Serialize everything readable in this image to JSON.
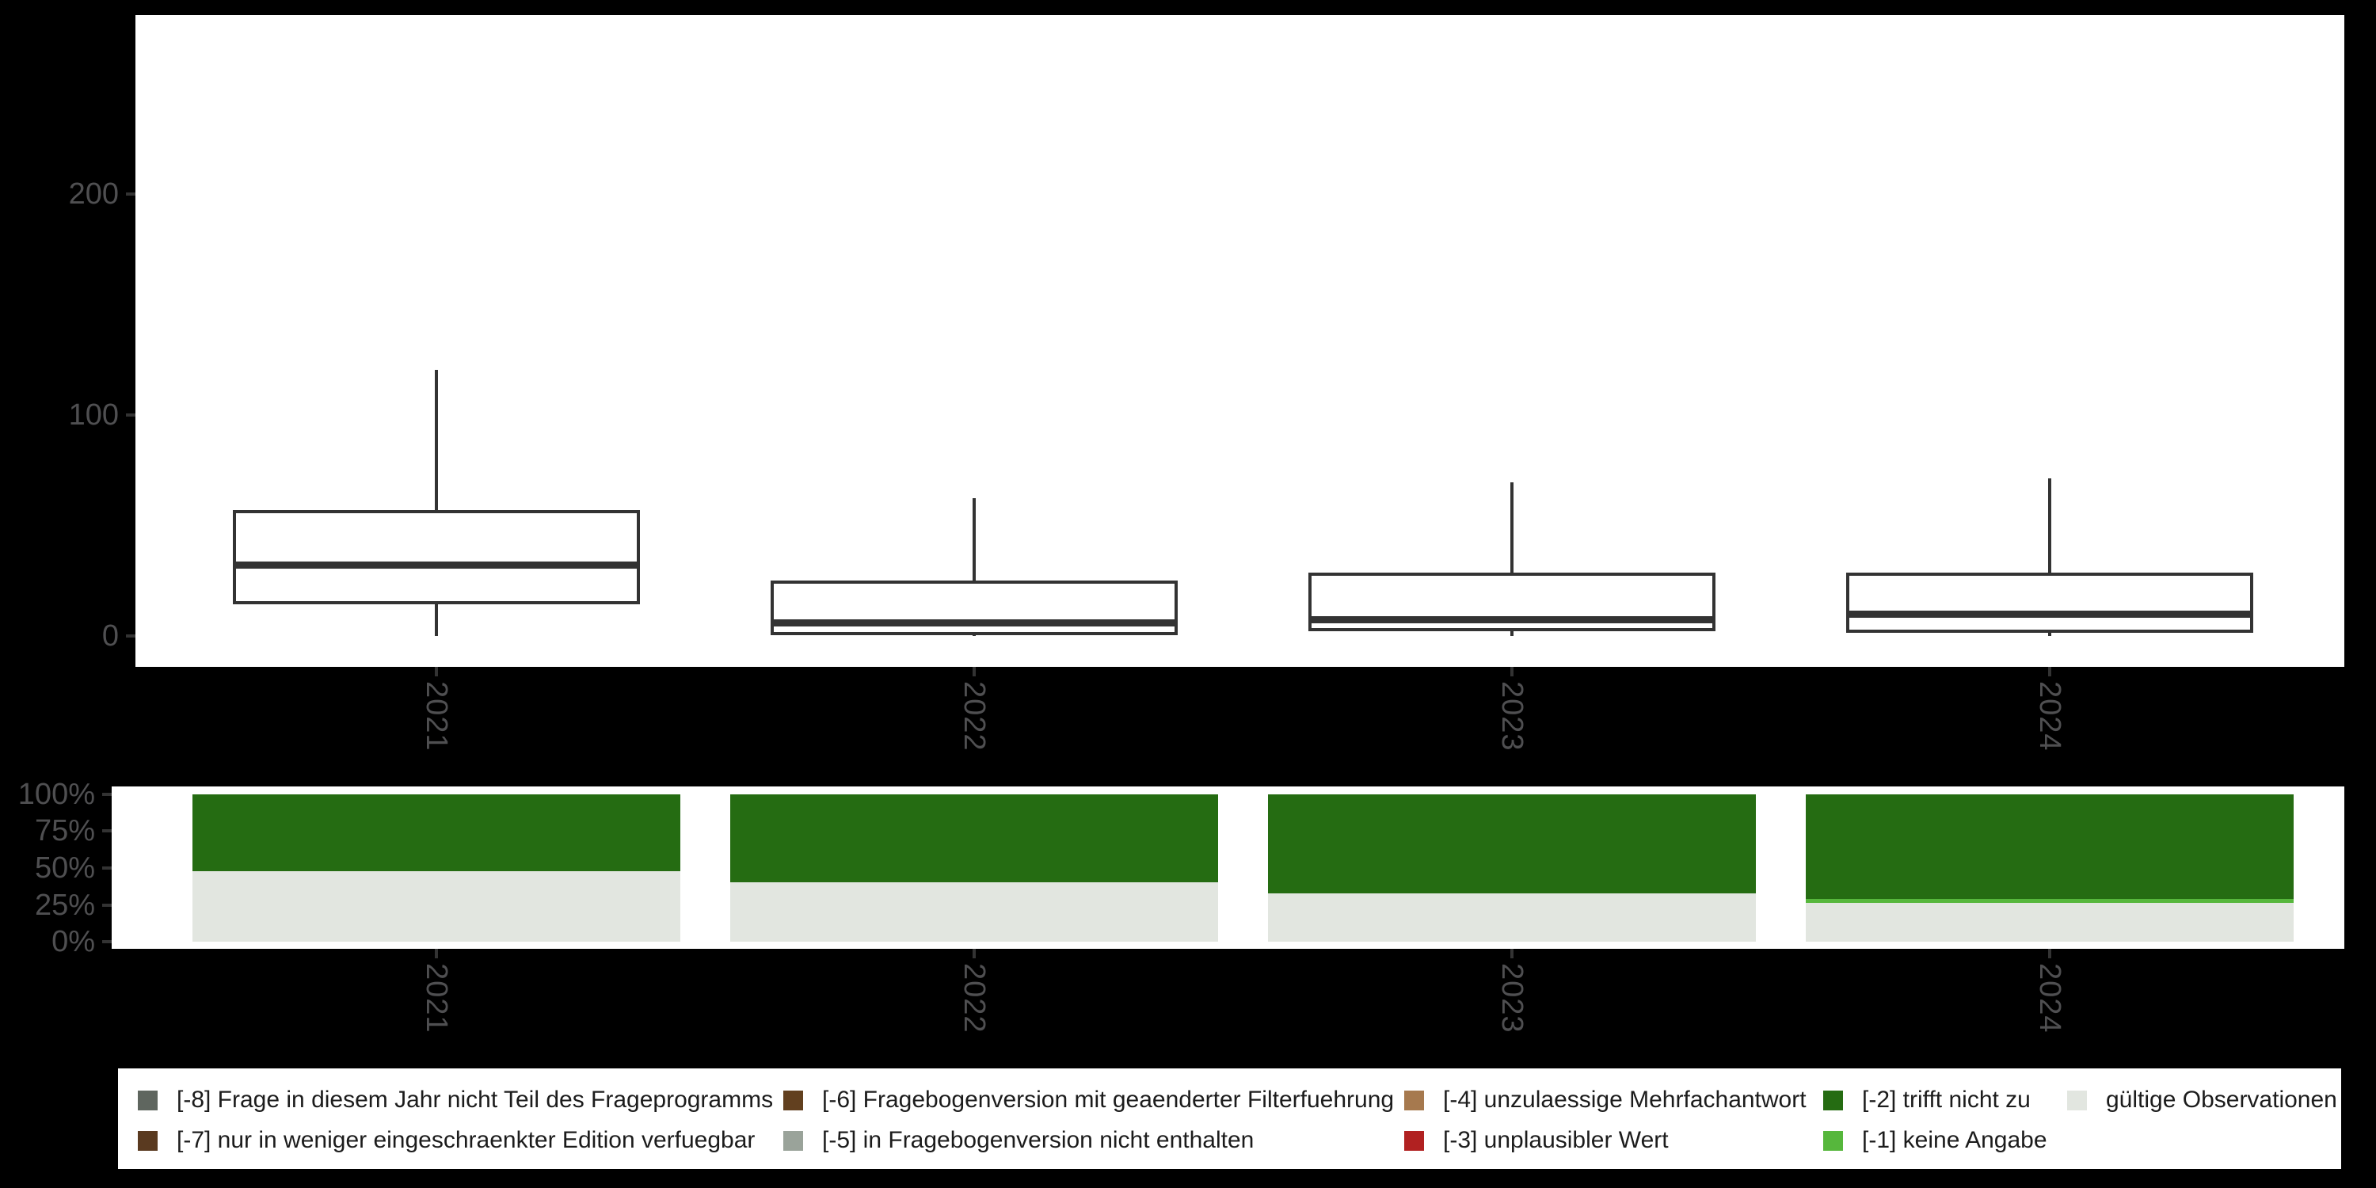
{
  "figure": {
    "background": "#000000",
    "panel_background": "#ffffff",
    "axis_text_color": "#4f4f51",
    "box_stroke_color": "#333333"
  },
  "chart_data": [
    {
      "type": "boxplot",
      "title": "",
      "xlabel": "",
      "ylabel": "",
      "categories": [
        "2021",
        "2022",
        "2023",
        "2024"
      ],
      "yticks": [
        0,
        100,
        200
      ],
      "ytick_labels": [
        "0",
        "100",
        "200"
      ],
      "ylim": [
        -14,
        281
      ],
      "grid": false,
      "series": [
        {
          "category": "2021",
          "min": 0,
          "q1": 14.5,
          "median": 32,
          "q3": 57,
          "max": 120.5
        },
        {
          "category": "2022",
          "min": 0,
          "q1": 0.5,
          "median": 6,
          "q3": 25,
          "max": 62.5
        },
        {
          "category": "2023",
          "min": 0,
          "q1": 2,
          "median": 7.5,
          "q3": 28.5,
          "max": 69.5
        },
        {
          "category": "2024",
          "min": 0,
          "q1": 1.5,
          "median": 10,
          "q3": 28.5,
          "max": 71.5
        }
      ]
    },
    {
      "type": "bar",
      "stacked": true,
      "unit": "percent",
      "title": "",
      "xlabel": "",
      "ylabel": "",
      "categories": [
        "2021",
        "2022",
        "2023",
        "2024"
      ],
      "ytick_labels": [
        "0%",
        "25%",
        "50%",
        "75%",
        "100%"
      ],
      "ylim": [
        0,
        100
      ],
      "grid": false,
      "legend_position": "bottom",
      "series": [
        {
          "name": "gültige Observationen",
          "color": "#e2e6e0",
          "values": [
            48.1,
            40.2,
            32.8,
            26.6
          ]
        },
        {
          "name": "[-1] keine Angabe",
          "color": "#56b73c",
          "values": [
            0,
            0,
            0,
            2.4
          ]
        },
        {
          "name": "[-2] trifft nicht zu",
          "color": "#256c12",
          "values": [
            51.9,
            59.8,
            67.2,
            71.0
          ]
        }
      ]
    }
  ],
  "legend": {
    "items": [
      {
        "label": "[-8] Frage in diesem Jahr nicht Teil des Frageprogramms",
        "color": "#5f665f"
      },
      {
        "label": "[-6] Fragebogenversion mit geaenderter Filterfuehrung",
        "color": "#62401f"
      },
      {
        "label": "[-4] unzulaessige Mehrfachantwort",
        "color": "#a6794e"
      },
      {
        "label": "[-2] trifft nicht zu",
        "color": "#256c12"
      },
      {
        "label": "gültige Observationen",
        "color": "#e2e6e0"
      },
      {
        "label": "[-7] nur in weniger eingeschraenkter Edition verfuegbar",
        "color": "#5a3a20"
      },
      {
        "label": "[-5] in Fragebogenversion nicht enthalten",
        "color": "#9aa39a"
      },
      {
        "label": "[-3] unplausibler Wert",
        "color": "#b12121"
      },
      {
        "label": "[-1] keine Angabe",
        "color": "#56b73c"
      }
    ]
  }
}
